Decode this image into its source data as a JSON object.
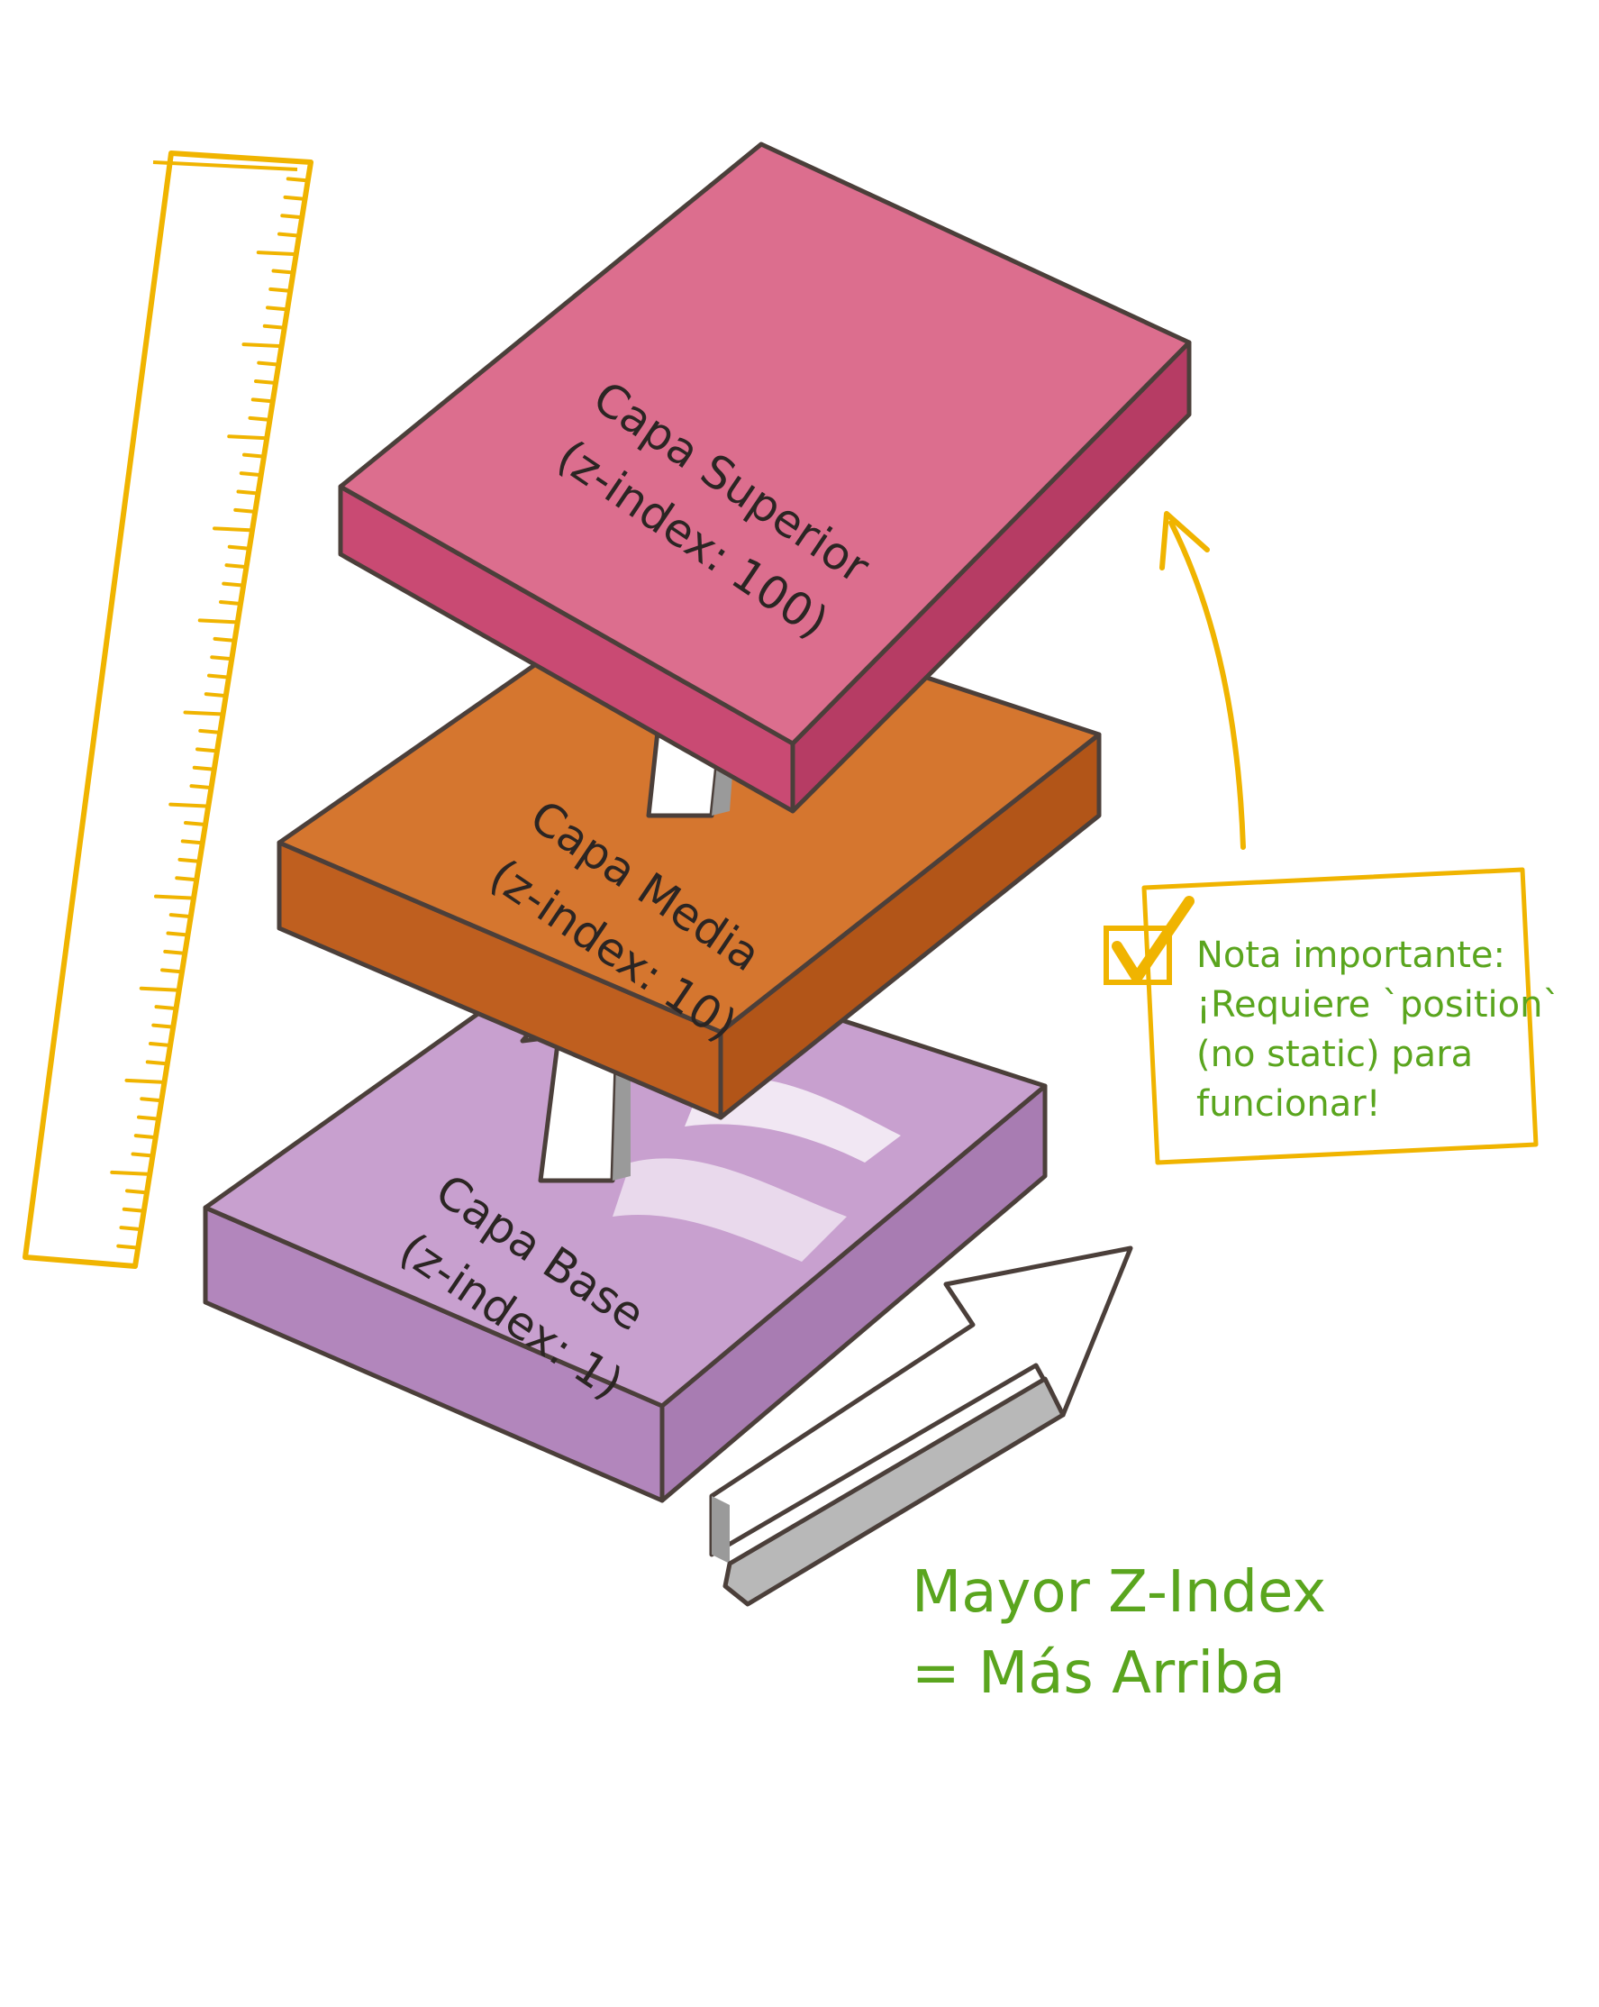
{
  "layers": [
    {
      "id": "top",
      "name": "Capa Superior",
      "zindex_label": "(z-index: 100)",
      "color": "#dc6e8e",
      "side_color": "#c94a73"
    },
    {
      "id": "middle",
      "name": "Capa Media",
      "zindex_label": "(z-index: 10)",
      "color": "#d5762f",
      "side_color": "#bf5f1f"
    },
    {
      "id": "base",
      "name": "Capa Base",
      "zindex_label": "(z-index: 1)",
      "color": "#c8a0cf",
      "side_color": "#b286bc"
    }
  ],
  "note": {
    "icon": "checkmark-icon",
    "line1": "Nota importante:",
    "line2": "¡Requiere `position`",
    "line3": "(no static) para",
    "line4": "funcionar!"
  },
  "caption": {
    "line1": "Mayor Z-Index",
    "line2": "= Más Arriba"
  },
  "colors": {
    "accent_green": "#5aa51e",
    "ruler_yellow": "#f0b400",
    "outline": "#4b3f3a"
  }
}
